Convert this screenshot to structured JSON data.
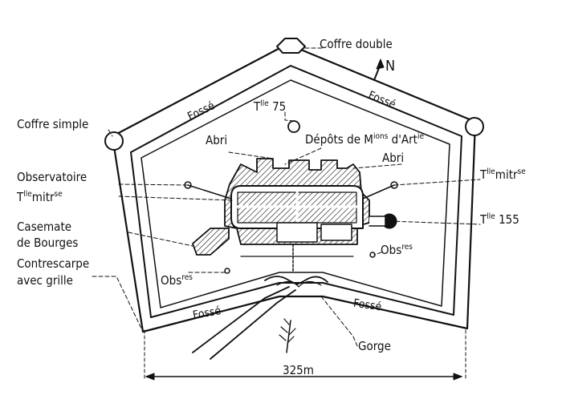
{
  "labels": {
    "coffre_double": "Coffre double",
    "north": "N",
    "coffre_simple": "Coffre simple",
    "fosse": "Fossé",
    "tourelle_75_base": "T",
    "tourelle_75_sup": "lle",
    "tourelle_75_num": " 75",
    "abri": "Abri",
    "depots_base": "Dépôts de M",
    "depots_sup1": "ions",
    "depots_mid": " d'Art",
    "depots_sup2": "ie",
    "observatoire": "Observatoire",
    "tourelle_mitr_base": "T",
    "tourelle_mitr_sup": "lle",
    "tourelle_mitr_mid": "mitr",
    "tourelle_mitr_sup2": "se",
    "tourelle_155_base": "T",
    "tourelle_155_sup": "lle",
    "tourelle_155_num": " 155",
    "casemate_line1": "Casemate",
    "casemate_line2": "de Bourges",
    "contrescarpe_line1": "Contrescarpe",
    "contrescarpe_line2": "avec grille",
    "obs_base": "Obs",
    "obs_sup": "res",
    "gorge": "Gorge",
    "dimension": "325m"
  }
}
